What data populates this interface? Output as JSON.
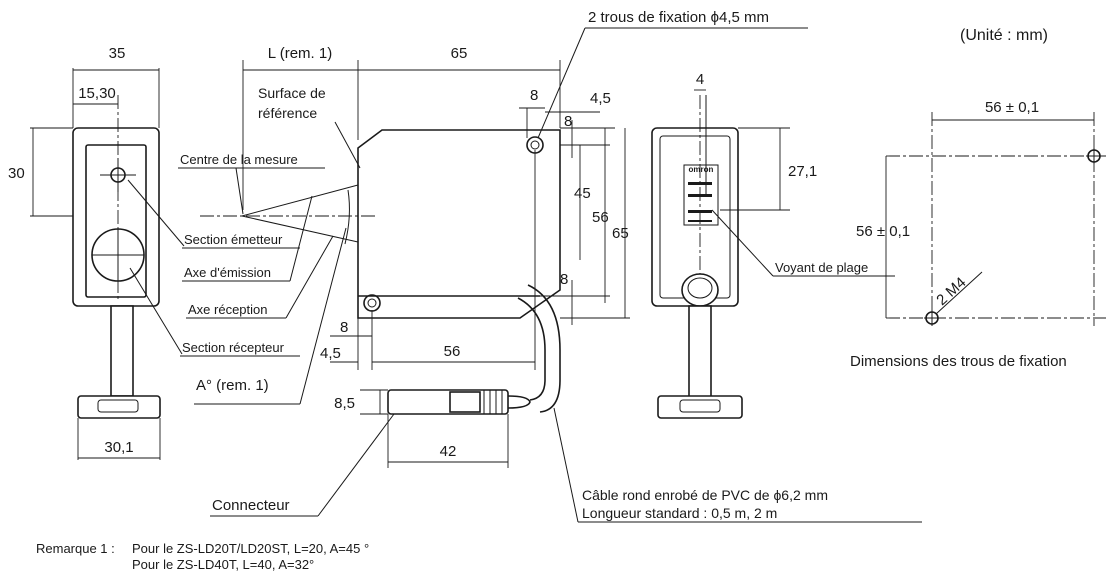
{
  "unit_note": "(Unité : mm)",
  "fixing_holes_label": "2 trous de fixation ϕ4,5 mm",
  "front_view": {
    "width": "35",
    "offset": "15,30",
    "height_to_center": "30",
    "foot_width": "30,1"
  },
  "side_view": {
    "L_label": "L (rem. 1)",
    "width": "65",
    "surface_reference": [
      "Surface de",
      "référence"
    ],
    "measurement_center": "Centre de la mesure",
    "emitter_section": "Section émetteur",
    "emission_axis": "Axe d'émission",
    "reception_axis": "Axe réception",
    "receiver_section": "Section récepteur",
    "angle_label": "A° (rem. 1)",
    "dims": {
      "d8_top": "8",
      "d4_5_top": "4,5",
      "d8_right": "8",
      "d45": "45",
      "d56": "56",
      "d65": "65",
      "d8_bottom": "8",
      "d8_left": "8",
      "d4_5_left": "4,5",
      "d56_bottom": "56"
    }
  },
  "connector": {
    "height": "8,5",
    "length": "42",
    "label": "Connecteur"
  },
  "cable_label": [
    "Câble rond enrobé de PVC de ϕ6,2 mm",
    "Longueur standard : 0,5 m, 2 m"
  ],
  "rear_view": {
    "width_dim": "4",
    "height_dim": "27,1",
    "indicator_label": "Voyant de plage",
    "logo": "omron"
  },
  "hole_dims": {
    "horizontal": "56 ± 0,1",
    "vertical": "56 ± 0,1",
    "thread": "2 M4",
    "caption": "Dimensions des trous de fixation"
  },
  "remarks": {
    "prefix": "Remarque 1 :",
    "line1": "Pour le ZS-LD20T/LD20ST, L=20, A=45 °",
    "line2": "Pour le ZS-LD40T, L=40, A=32°"
  }
}
